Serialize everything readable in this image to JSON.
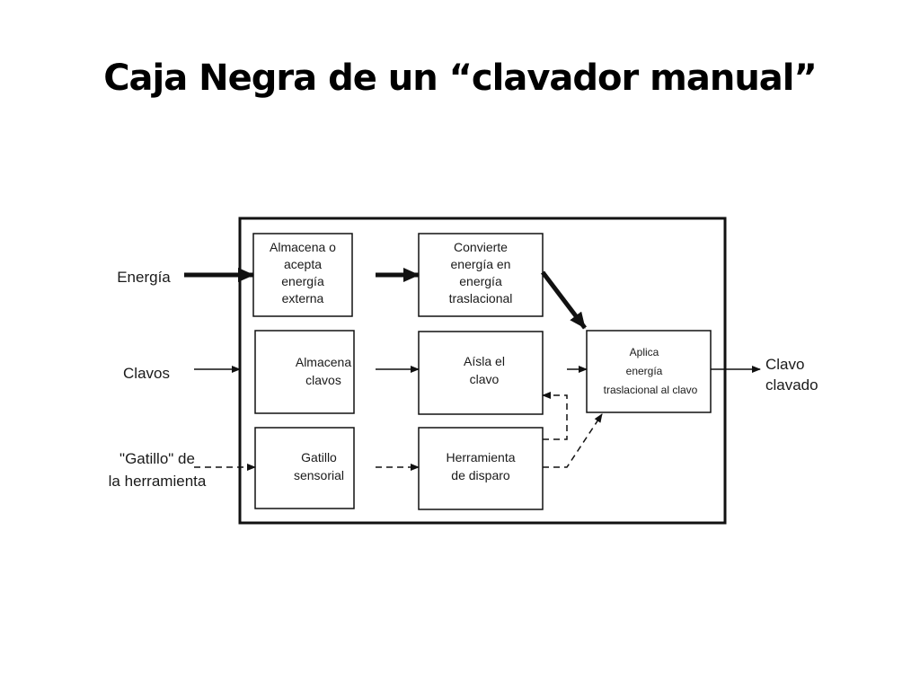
{
  "title": "Caja Negra de un “clavador manual”",
  "inputs": {
    "energia": "Energía",
    "clavos": "Clavos",
    "gatillo": [
      "\"Gatillo\" de",
      "la herramienta"
    ]
  },
  "output": [
    "Clavo",
    "clavado"
  ],
  "boxes": {
    "almacena_energia": [
      "Almacena o",
      "acepta",
      "energía",
      "externa"
    ],
    "convierte": [
      "Convierte",
      "energía en",
      "energía",
      "traslacional"
    ],
    "almacena_clavos": [
      "Almacena",
      "clavos"
    ],
    "aisla": [
      "Aísla el",
      "clavo"
    ],
    "gatillo_sensorial": [
      "Gatillo",
      "sensorial"
    ],
    "herramienta": [
      "Herramienta",
      "de disparo"
    ],
    "aplica": [
      "Aplica",
      "energía",
      "traslacional al clavo"
    ]
  },
  "colors": {
    "stroke": "#111111",
    "text": "#1a1a1a",
    "background": "#ffffff"
  }
}
